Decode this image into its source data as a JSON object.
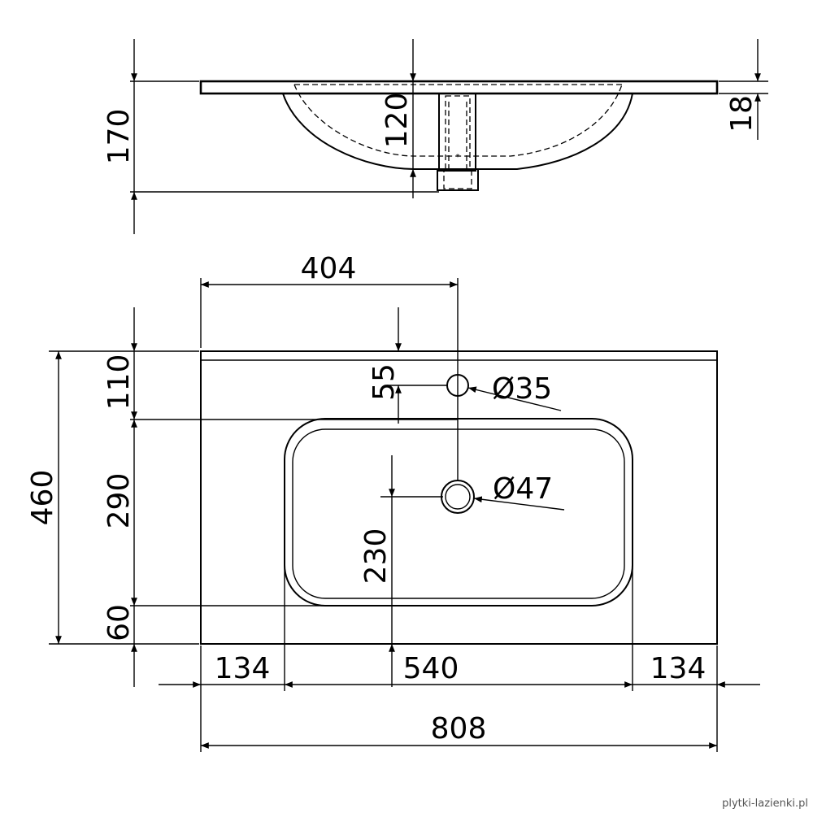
{
  "dimensions": {
    "depth_total": "170",
    "bowl_depth": "120",
    "rim_thickness": "18",
    "tap_offset_x": "404",
    "tap_offset_y": "55",
    "tap_hole_diameter": "Ø35",
    "drain_diameter": "Ø47",
    "drain_offset_y": "230",
    "back_margin": "110",
    "bowl_length": "290",
    "front_margin": "60",
    "total_depth": "460",
    "side_left": "134",
    "bowl_width": "540",
    "side_right": "134",
    "total_width": "808"
  },
  "watermark": "plytki-lazienki.pl"
}
